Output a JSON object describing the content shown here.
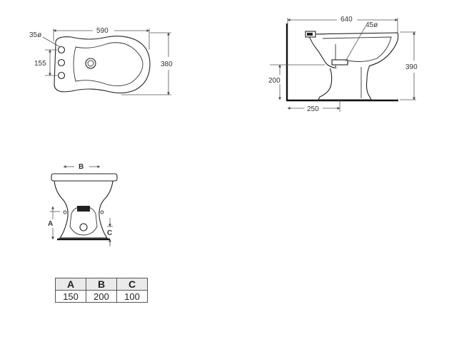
{
  "top_view": {
    "width_label": "590",
    "depth_label": "380",
    "hole_diameter_label": "35ø",
    "hole_spacing_label": "155"
  },
  "side_view": {
    "width_label": "640",
    "pipe_diameter_label": "45ø",
    "pipe_height_label": "200",
    "height_label": "390",
    "wall_distance_label": "250"
  },
  "front_view": {
    "label_a": "A",
    "label_b": "B",
    "label_c": "C"
  },
  "dimension_table": {
    "headers": [
      "A",
      "B",
      "C"
    ],
    "values": [
      "150",
      "200",
      "100"
    ]
  }
}
